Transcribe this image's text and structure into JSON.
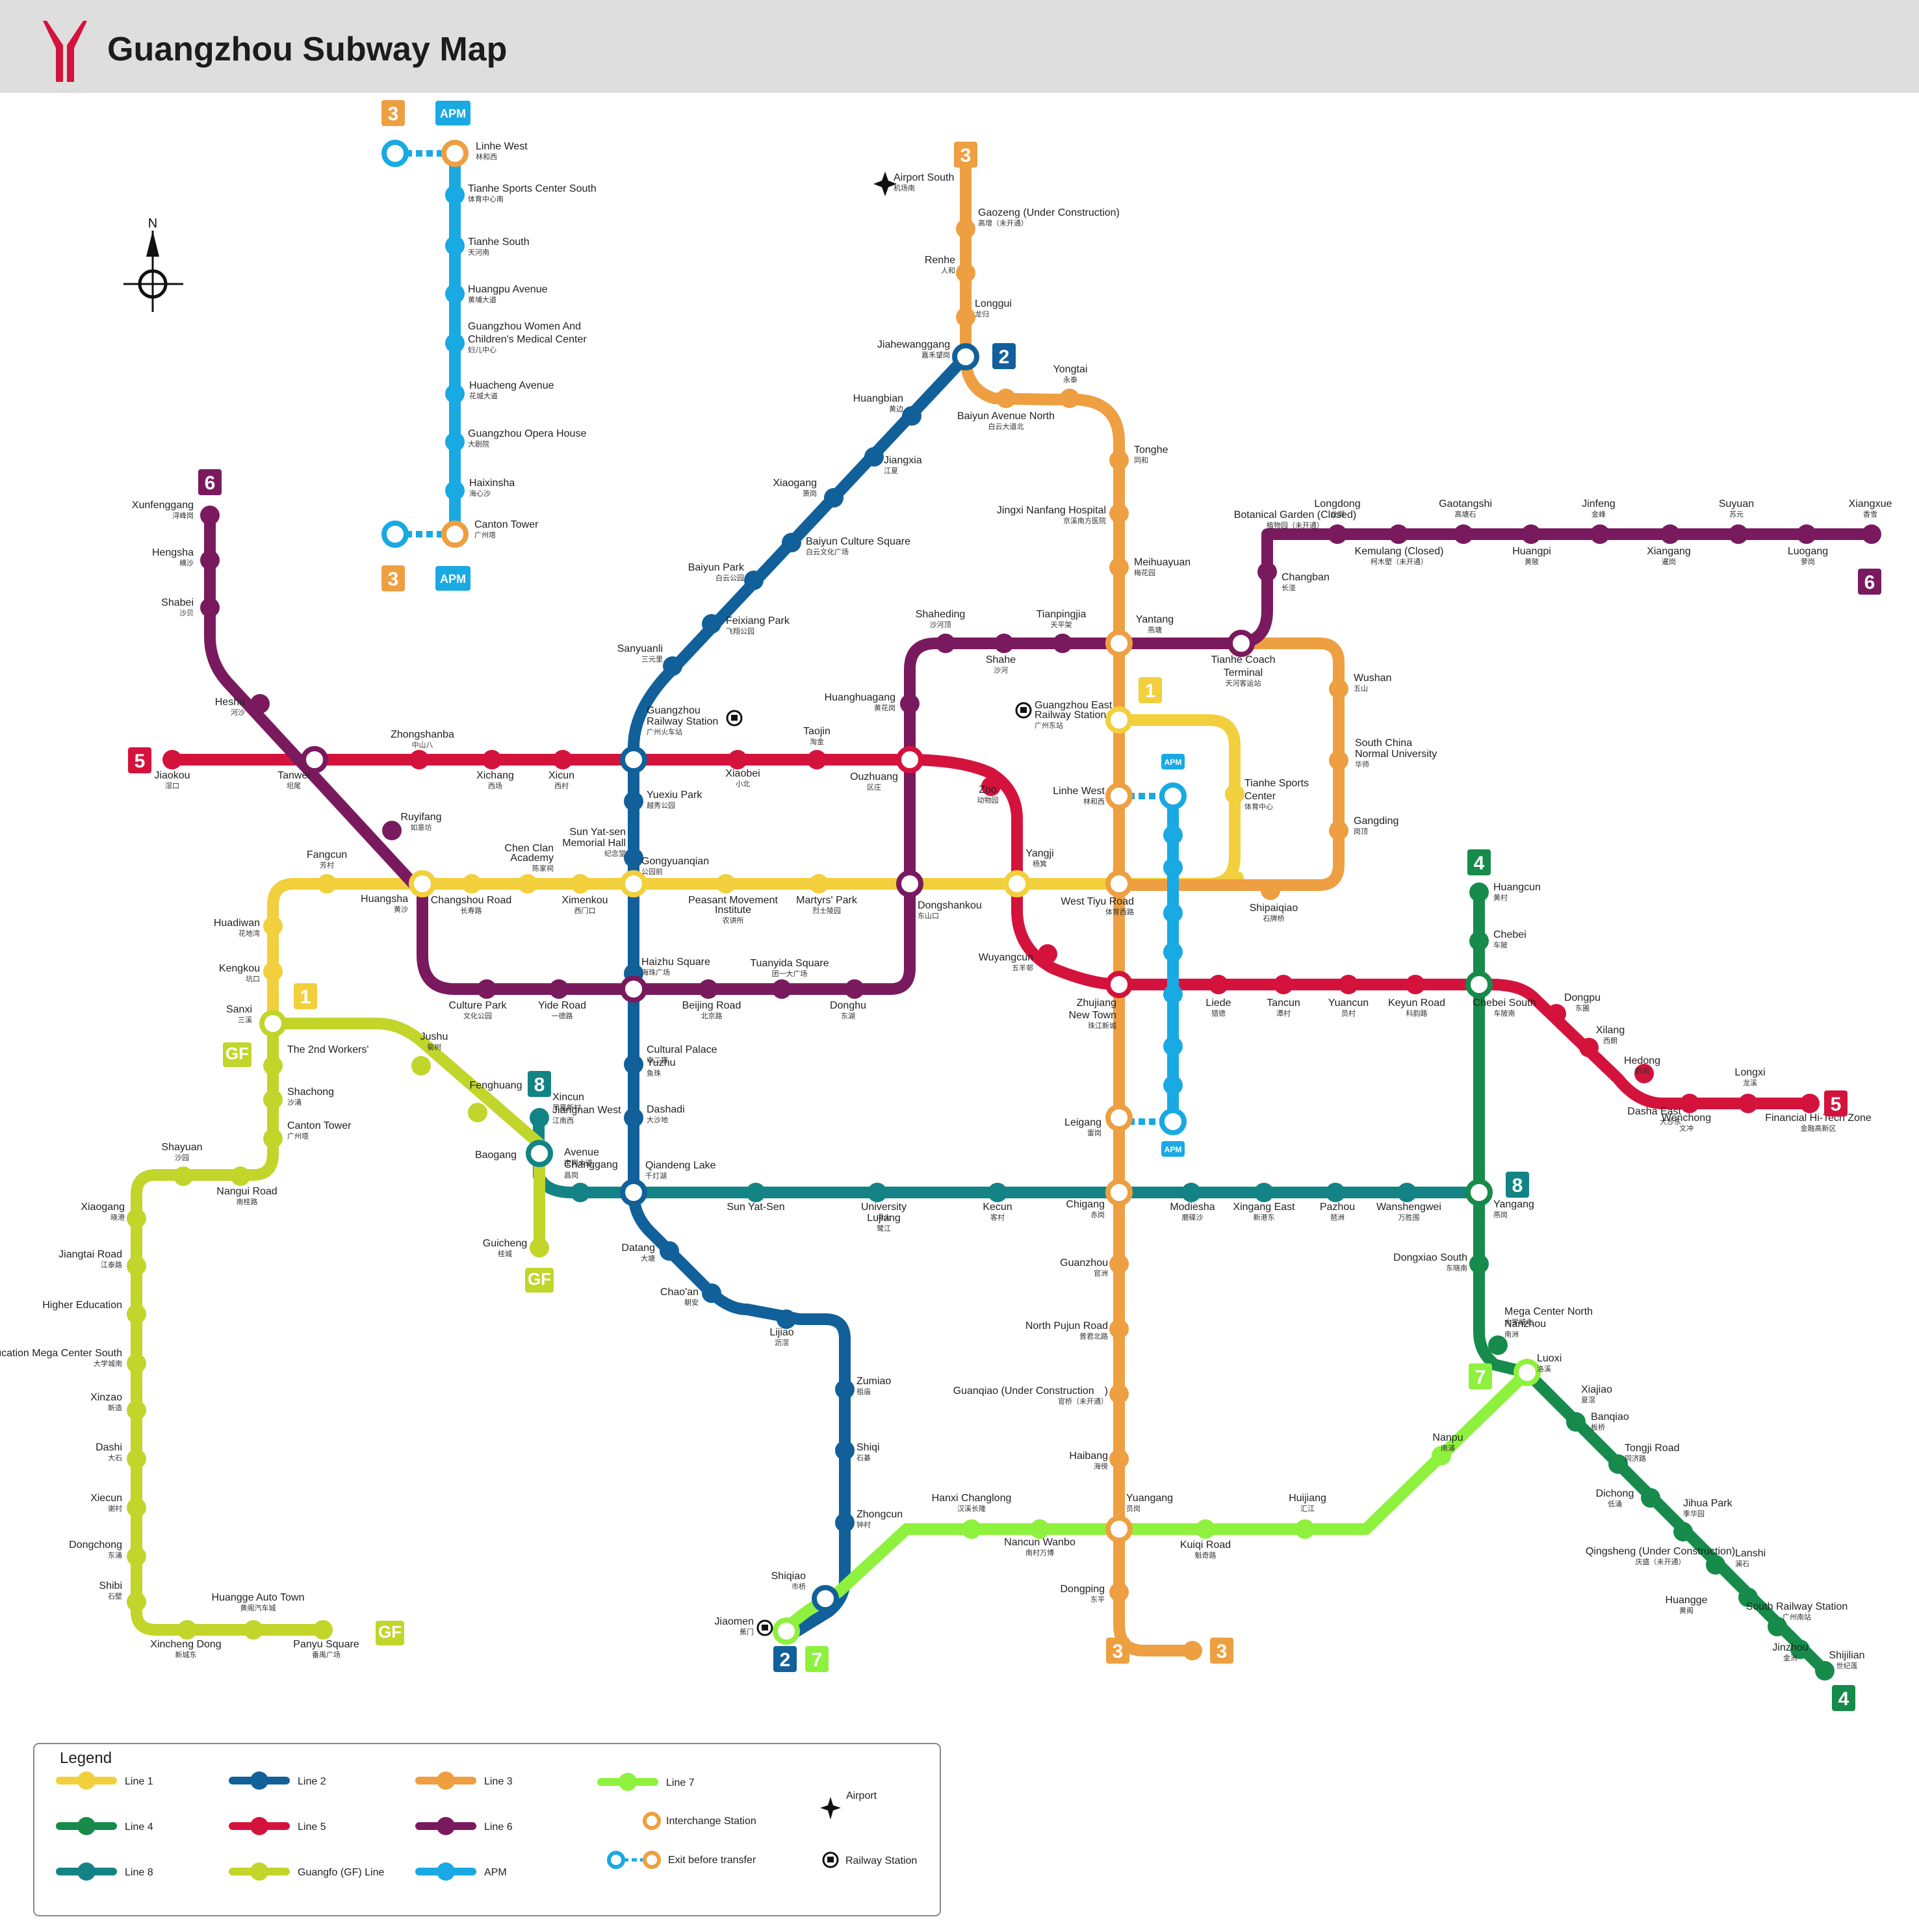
{
  "title": "Guangzhou Subway Map",
  "colors": {
    "line1": "#f2cf3c",
    "line2": "#11609a",
    "line3": "#ee9f41",
    "line4": "#168b4b",
    "line5": "#d4133d",
    "line6": "#7a1a5e",
    "line7": "#8ef13d",
    "line8": "#138385",
    "gf": "#c1d52b",
    "apm": "#19a9e3"
  },
  "compass": {
    "north": "N"
  },
  "badges": [
    {
      "text": "3",
      "color": "line3"
    },
    {
      "text": "APM",
      "color": "apm"
    },
    {
      "text": "3",
      "color": "line3"
    },
    {
      "text": "APM",
      "color": "apm"
    },
    {
      "text": "3",
      "color": "line3"
    },
    {
      "text": "2",
      "color": "line2"
    },
    {
      "text": "6",
      "color": "line6"
    },
    {
      "text": "6",
      "color": "line6"
    },
    {
      "text": "5",
      "color": "line5"
    },
    {
      "text": "5",
      "color": "line5"
    },
    {
      "text": "1",
      "color": "line1"
    },
    {
      "text": "1",
      "color": "line1"
    },
    {
      "text": "APM",
      "color": "apm"
    },
    {
      "text": "APM",
      "color": "apm"
    },
    {
      "text": "3",
      "color": "line3"
    },
    {
      "text": "4",
      "color": "line4"
    },
    {
      "text": "GF",
      "color": "gf"
    },
    {
      "text": "8",
      "color": "line8"
    },
    {
      "text": "8",
      "color": "line8"
    },
    {
      "text": "GF",
      "color": "gf"
    },
    {
      "text": "7",
      "color": "line7"
    },
    {
      "text": "GF",
      "color": "gf"
    },
    {
      "text": "2",
      "color": "line2"
    },
    {
      "text": "7",
      "color": "line7"
    },
    {
      "text": "3",
      "color": "line3"
    },
    {
      "text": "4",
      "color": "line4"
    }
  ],
  "stations": [
    {
      "en": "Linhe West",
      "zh": "林和西"
    },
    {
      "en": "Tianhe Sports Center South",
      "zh": "体育中心南"
    },
    {
      "en": "Tianhe South",
      "zh": "天河南"
    },
    {
      "en": "Huangpu Avenue",
      "zh": "黄埔大道"
    },
    {
      "en": "Guangzhou Women And",
      "zh": ""
    },
    {
      "en": "Children's Medical Center",
      "zh": "妇儿中心"
    },
    {
      "en": "Huacheng Avenue",
      "zh": "花城大道"
    },
    {
      "en": "Guangzhou Opera House",
      "zh": "大剧院"
    },
    {
      "en": "Haixinsha",
      "zh": "海心沙"
    },
    {
      "en": "Canton Tower",
      "zh": "广州塔"
    },
    {
      "en": "Airport South",
      "zh": "机场南"
    },
    {
      "en": "Gaozeng (Under Construction)",
      "zh": "高增（未开通）"
    },
    {
      "en": "Renhe",
      "zh": "人和"
    },
    {
      "en": "Longgui",
      "zh": "龙归"
    },
    {
      "en": "Jiahewanggang",
      "zh": "嘉禾望岗"
    },
    {
      "en": "Yongtai",
      "zh": "永泰"
    },
    {
      "en": "Baiyun Avenue North",
      "zh": "白云大道北"
    },
    {
      "en": "Huangbian",
      "zh": "黄边"
    },
    {
      "en": "Jiangxia",
      "zh": "江夏"
    },
    {
      "en": "Tonghe",
      "zh": "同和"
    },
    {
      "en": "Xiaogang",
      "zh": "萧岗"
    },
    {
      "en": "Jingxi Nanfang Hospital",
      "zh": "京溪南方医院"
    },
    {
      "en": "Botanical Garden (Closed)",
      "zh": "植物园（未开通）"
    },
    {
      "en": "Longdong",
      "zh": "龙洞"
    },
    {
      "en": "Gaotangshi",
      "zh": "高塘石"
    },
    {
      "en": "Jinfeng",
      "zh": "金峰"
    },
    {
      "en": "Suyuan",
      "zh": "苏元"
    },
    {
      "en": "Xiangxue",
      "zh": "香雪"
    },
    {
      "en": "Kemulang (Closed)",
      "zh": "柯木塱（未开通）"
    },
    {
      "en": "Huangpi",
      "zh": "黄陂"
    },
    {
      "en": "Xiangang",
      "zh": "暹岗"
    },
    {
      "en": "Luogang",
      "zh": "萝岗"
    },
    {
      "en": "Baiyun Culture Square",
      "zh": "白云文化广场"
    },
    {
      "en": "Baiyun Park",
      "zh": "白云公园"
    },
    {
      "en": "Meihuayuan",
      "zh": "梅花园"
    },
    {
      "en": "Changban",
      "zh": "长湴"
    },
    {
      "en": "Xunfenggang",
      "zh": "浔峰岗"
    },
    {
      "en": "Hengsha",
      "zh": "横沙"
    },
    {
      "en": "Shabei",
      "zh": "沙贝"
    },
    {
      "en": "Feixiang Park",
      "zh": "飞翔公园"
    },
    {
      "en": "Sanyuanli",
      "zh": "三元里"
    },
    {
      "en": "Shaheding",
      "zh": "沙河顶"
    },
    {
      "en": "Tianpingjia",
      "zh": "天平架"
    },
    {
      "en": "Yantang",
      "zh": "燕塘"
    },
    {
      "en": "Shahe",
      "zh": "沙河"
    },
    {
      "en": "Tianhe Coach",
      "zh": ""
    },
    {
      "en": "Terminal",
      "zh": "天河客运站"
    },
    {
      "en": "Wushan",
      "zh": "五山"
    },
    {
      "en": "Guangzhou",
      "zh": ""
    },
    {
      "en": "Railway Station",
      "zh": "广州火车站"
    },
    {
      "en": "Huanghuagang",
      "zh": "黄花岗"
    },
    {
      "en": "Guangzhou East",
      "zh": ""
    },
    {
      "en": "Railway Station",
      "zh": "广州东站"
    },
    {
      "en": "South China",
      "zh": ""
    },
    {
      "en": "Normal University",
      "zh": "华师"
    },
    {
      "en": "Hesha",
      "zh": "河沙"
    },
    {
      "en": "Zhongshanba",
      "zh": "中山八"
    },
    {
      "en": "Taojin",
      "zh": "淘金"
    },
    {
      "en": "Jiaokou",
      "zh": "滘口"
    },
    {
      "en": "Tanwei",
      "zh": "坦尾"
    },
    {
      "en": "Xichang",
      "zh": "西场"
    },
    {
      "en": "Xicun",
      "zh": "西村"
    },
    {
      "en": "Xiaobei",
      "zh": "小北"
    },
    {
      "en": "Ouzhuang",
      "zh": "区庄"
    },
    {
      "en": "Zoo",
      "zh": "动物园"
    },
    {
      "en": "Yuexiu Park",
      "zh": "越秀公园"
    },
    {
      "en": "Linhe West",
      "zh": "林和西"
    },
    {
      "en": "Tianhe Sports",
      "zh": ""
    },
    {
      "en": "Center",
      "zh": "体育中心"
    },
    {
      "en": "Ruyifang",
      "zh": "如意坊"
    },
    {
      "en": "Sun Yat-sen",
      "zh": ""
    },
    {
      "en": "Memorial Hall",
      "zh": "纪念堂"
    },
    {
      "en": "Gangding",
      "zh": "岗顶"
    },
    {
      "en": "Chen Clan",
      "zh": ""
    },
    {
      "en": "Academy",
      "zh": "陈家祠"
    },
    {
      "en": "Fangcun",
      "zh": "芳村"
    },
    {
      "en": "Gongyuanqian",
      "zh": "公园前"
    },
    {
      "en": "Yangji",
      "zh": "杨箕"
    },
    {
      "en": "Huangsha",
      "zh": "黄沙"
    },
    {
      "en": "Changshou Road",
      "zh": "长寿路"
    },
    {
      "en": "Ximenkou",
      "zh": "西门口"
    },
    {
      "en": "Peasant Movement",
      "zh": ""
    },
    {
      "en": "Institute",
      "zh": "农讲所"
    },
    {
      "en": "Martyrs' Park",
      "zh": "烈士陵园"
    },
    {
      "en": "Dongshankou",
      "zh": "东山口"
    },
    {
      "en": "West Tiyu Road",
      "zh": "体育西路"
    },
    {
      "en": "Shipaiqiao",
      "zh": "石牌桥"
    },
    {
      "en": "Huadiwan",
      "zh": "花地湾"
    },
    {
      "en": "Haizhu Square",
      "zh": "海珠广场"
    },
    {
      "en": "Tuanyida Square",
      "zh": "团一大广场"
    },
    {
      "en": "Wuyangcun",
      "zh": "五羊邨"
    },
    {
      "en": "Huangcun",
      "zh": "黄村"
    },
    {
      "en": "Chebei",
      "zh": "车陂"
    },
    {
      "en": "Kengkou",
      "zh": "坑口"
    },
    {
      "en": "Culture Park",
      "zh": "文化公园"
    },
    {
      "en": "Yide Road",
      "zh": "一德路"
    },
    {
      "en": "Beijing Road",
      "zh": "北京路"
    },
    {
      "en": "Donghu",
      "zh": "东湖"
    },
    {
      "en": "Zhujiang",
      "zh": ""
    },
    {
      "en": "New Town",
      "zh": "珠江新城"
    },
    {
      "en": "Liede",
      "zh": "猎德"
    },
    {
      "en": "Tancun",
      "zh": "潭村"
    },
    {
      "en": "Yuancun",
      "zh": "员村"
    },
    {
      "en": "Keyun Road",
      "zh": "科韵路"
    },
    {
      "en": "Chebei South",
      "zh": "车陂南"
    },
    {
      "en": "Dongpu",
      "zh": "东圃"
    },
    {
      "en": "Xilang",
      "zh": "西朗"
    },
    {
      "en": "Sanxi",
      "zh": "三溪"
    },
    {
      "en": "Hedong",
      "zh": "鹤洞"
    },
    {
      "en": "Jushu",
      "zh": "菊树"
    },
    {
      "en": "The 2nd Workers'",
      "zh": ""
    },
    {
      "en": "Cultural Palace",
      "zh": "市二宫"
    },
    {
      "en": "Yuzhu",
      "zh": "鱼珠"
    },
    {
      "en": "Dasha East",
      "zh": "大沙东"
    },
    {
      "en": "Longxi",
      "zh": "龙溪"
    },
    {
      "en": "Shachong",
      "zh": "沙涌"
    },
    {
      "en": "Fenghuang",
      "zh": ""
    },
    {
      "en": "Xincun",
      "zh": "凤凰新村"
    },
    {
      "en": "Jiangnan West",
      "zh": "江南西"
    },
    {
      "en": "Dashadi",
      "zh": "大沙地"
    },
    {
      "en": "Wenchong",
      "zh": "文冲"
    },
    {
      "en": "Financial Hi-Tech Zone",
      "zh": "金融高新区"
    },
    {
      "en": "Canton Tower",
      "zh": "广州塔"
    },
    {
      "en": "Leigang",
      "zh": "雷岗"
    },
    {
      "en": "Shayuan",
      "zh": "沙园"
    },
    {
      "en": "Baogang",
      "zh": ""
    },
    {
      "en": "Avenue",
      "zh": "宝岗大道"
    },
    {
      "en": "Changgang",
      "zh": "昌岗"
    },
    {
      "en": "Qiandeng Lake",
      "zh": "千灯湖"
    },
    {
      "en": "Nangui Road",
      "zh": "南桂路"
    },
    {
      "en": "Xiaogang",
      "zh": "晓港"
    },
    {
      "en": "Sun Yat-Sen",
      "zh": ""
    },
    {
      "en": "University",
      "zh": "中大"
    },
    {
      "en": "Lujiang",
      "zh": "鹭江"
    },
    {
      "en": "Kecun",
      "zh": "客村"
    },
    {
      "en": "Chigang",
      "zh": "赤岗"
    },
    {
      "en": "Modiesha",
      "zh": "磨碟沙"
    },
    {
      "en": "Xingang East",
      "zh": "新港东"
    },
    {
      "en": "Pazhou",
      "zh": "琶洲"
    },
    {
      "en": "Wanshengwei",
      "zh": "万胜围"
    },
    {
      "en": "Yangang",
      "zh": "燕岗"
    },
    {
      "en": "Guicheng",
      "zh": "桂城"
    },
    {
      "en": "Jiangtai Road",
      "zh": "江泰路"
    },
    {
      "en": "Datang",
      "zh": "大塘"
    },
    {
      "en": "Guanzhou",
      "zh": "官洲"
    },
    {
      "en": "Dongxiao South",
      "zh": "东晓南"
    },
    {
      "en": "Chao'an",
      "zh": "朝安"
    },
    {
      "en": "Higher Education",
      "zh": ""
    },
    {
      "en": "Mega Center North",
      "zh": "大学城北"
    },
    {
      "en": "Nanzhou",
      "zh": "南洲"
    },
    {
      "en": "Lijiao",
      "zh": "沥滘"
    },
    {
      "en": "North Pujun Road",
      "zh": "普君北路"
    },
    {
      "en": "Higher Education Mega Center South",
      "zh": "大学城南"
    },
    {
      "en": "Luoxi",
      "zh": "洛溪"
    },
    {
      "en": "Zumiao",
      "zh": "祖庙"
    },
    {
      "en": "Xinzao",
      "zh": "新造"
    },
    {
      "en": "Xiajiao",
      "zh": "夏滘"
    },
    {
      "en": "Guanqiao (Under Construction　)",
      "zh": "官桥（未开通）"
    },
    {
      "en": "Banqiao",
      "zh": "板桥"
    },
    {
      "en": "Nanpu",
      "zh": "南浦"
    },
    {
      "en": "Shiqi",
      "zh": "石碁"
    },
    {
      "en": "Tongji Road",
      "zh": "同济路"
    },
    {
      "en": "Dashi",
      "zh": "大石"
    },
    {
      "en": "Haibang",
      "zh": "海傍"
    },
    {
      "en": "Dichong",
      "zh": "低涌"
    },
    {
      "en": "Jihua Park",
      "zh": "季华园"
    },
    {
      "en": "Xiecun",
      "zh": "谢村"
    },
    {
      "en": "Hanxi Changlong",
      "zh": "汉溪长隆"
    },
    {
      "en": "Yuangang",
      "zh": "员岗"
    },
    {
      "en": "Huijiang",
      "zh": "汇江"
    },
    {
      "en": "Zhongcun",
      "zh": "钟村"
    },
    {
      "en": "Nancun Wanbo",
      "zh": "南村万博"
    },
    {
      "en": "Kuiqi Road",
      "zh": "魁奇路"
    },
    {
      "en": "Dongchong",
      "zh": "东涌"
    },
    {
      "en": "Qingsheng (Under Construction)",
      "zh": "庆盛（未开通）"
    },
    {
      "en": "Lanshi",
      "zh": "澜石"
    },
    {
      "en": "Shibi",
      "zh": "石壁"
    },
    {
      "en": "Shiqiao",
      "zh": "市桥"
    },
    {
      "en": "Dongping",
      "zh": "东平"
    },
    {
      "en": "Huangge Auto Town",
      "zh": "黄阁汽车城"
    },
    {
      "en": "Huangge",
      "zh": "黄阁"
    },
    {
      "en": "South Railway Station",
      "zh": "广州南站"
    },
    {
      "en": "Jiaomen",
      "zh": "蕉门"
    },
    {
      "en": "Jinzhou",
      "zh": "金洲"
    },
    {
      "en": "Shijilian",
      "zh": "世纪莲"
    },
    {
      "en": "Xincheng Dong",
      "zh": "新城东"
    },
    {
      "en": "Panyu Square",
      "zh": "番禺广场"
    }
  ],
  "legend": {
    "title": "Legend",
    "lines": [
      {
        "label": "Line 1",
        "color": "line1"
      },
      {
        "label": "Line 2",
        "color": "line2"
      },
      {
        "label": "Line 3",
        "color": "line3"
      },
      {
        "label": "Line 7",
        "color": "line7"
      },
      {
        "label": "Line 4",
        "color": "line4"
      },
      {
        "label": "Line 5",
        "color": "line5"
      },
      {
        "label": "Line 6",
        "color": "line6"
      },
      {
        "label": "Line 8",
        "color": "line8"
      },
      {
        "label": "Guangfo (GF) Line",
        "color": "gf"
      },
      {
        "label": "APM",
        "color": "apm"
      }
    ],
    "symbols": {
      "interchange": "Interchange Station",
      "exit_transfer": "Exit before transfer",
      "airport": "Airport",
      "railway": "Railway Station"
    }
  }
}
